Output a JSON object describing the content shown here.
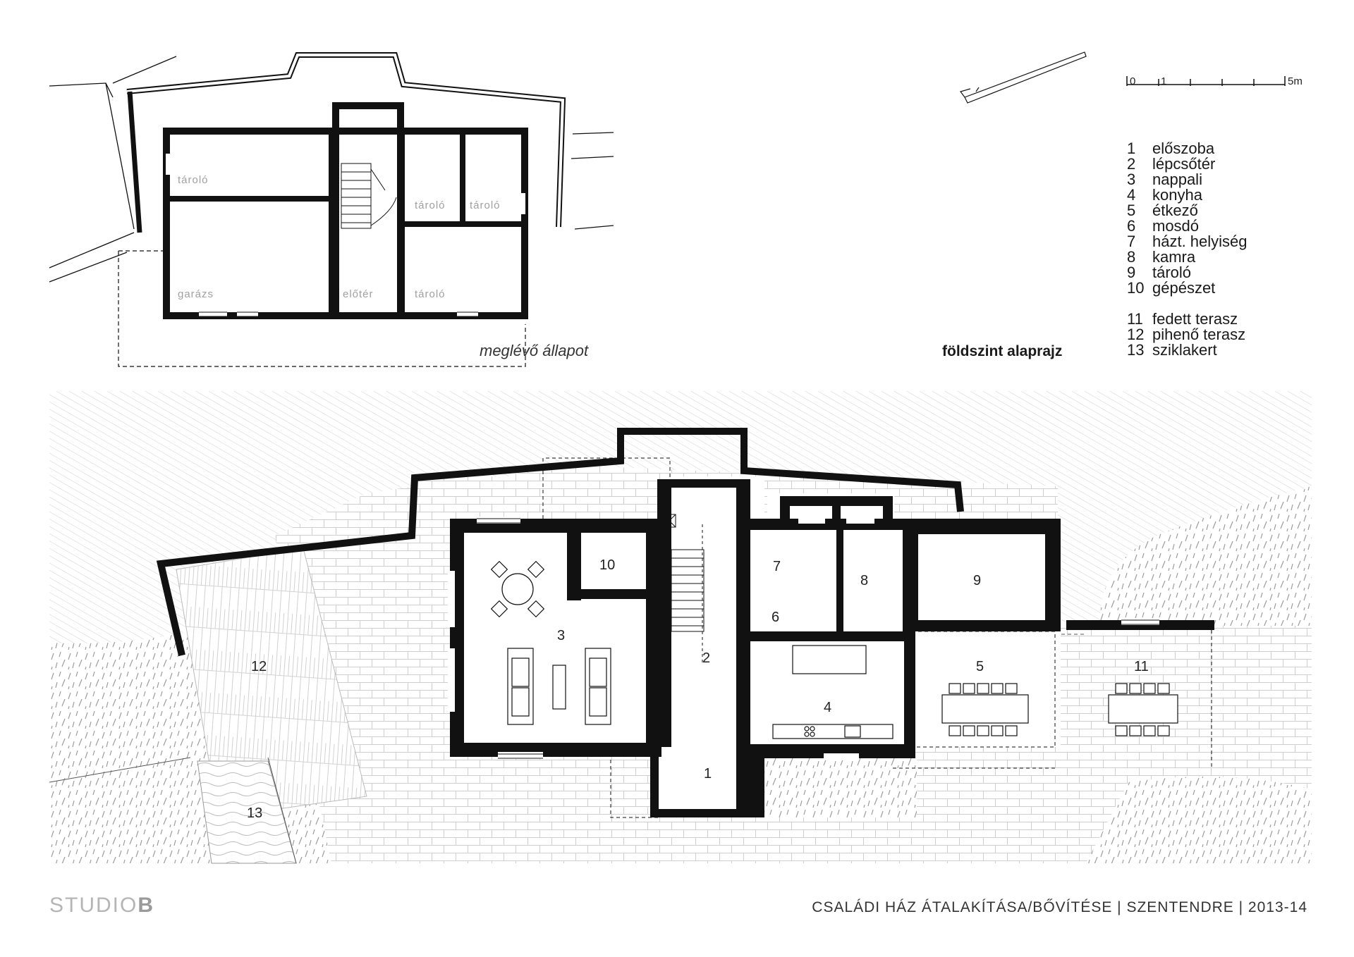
{
  "legend": {
    "rooms": [
      {
        "num": "1",
        "name": "előszoba"
      },
      {
        "num": "2",
        "name": "lépcsőtér"
      },
      {
        "num": "3",
        "name": "nappali"
      },
      {
        "num": "4",
        "name": "konyha"
      },
      {
        "num": "5",
        "name": "étkező"
      },
      {
        "num": "6",
        "name": "mosdó"
      },
      {
        "num": "7",
        "name": "házt. helyiség"
      },
      {
        "num": "8",
        "name": "kamra"
      },
      {
        "num": "9",
        "name": "tároló"
      },
      {
        "num": "10",
        "name": "gépészet"
      }
    ],
    "outdoor": [
      {
        "num": "11",
        "name": "fedett terasz"
      },
      {
        "num": "12",
        "name": "pihenő terasz"
      },
      {
        "num": "13",
        "name": "sziklakert"
      }
    ]
  },
  "plan_title": "földszint alaprajz",
  "existing_label": "meglévő állapot",
  "scale": {
    "start": "0",
    "one": "1",
    "end": "5m"
  },
  "existing_rooms": {
    "torolo": "tároló",
    "garazs": "garázs",
    "eloter": "előtér"
  },
  "plan_numbers": {
    "n1": "1",
    "n2": "2",
    "n3": "3",
    "n4": "4",
    "n5": "5",
    "n6": "6",
    "n7": "7",
    "n8": "8",
    "n9": "9",
    "n10": "10",
    "n11": "11",
    "n12": "12",
    "n13": "13"
  },
  "footer": {
    "studio_light": "STUDIO",
    "studio_bold": "B",
    "project": "CSALÁDI HÁZ ÁTALAKÍTÁSA/BŐVÍTÉSE | SZENTENDRE | 2013-14"
  }
}
